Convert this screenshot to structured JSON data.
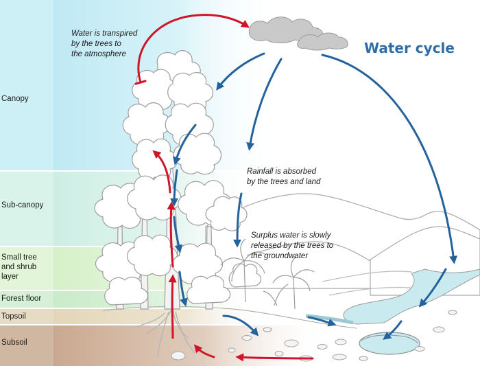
{
  "title": "Water cycle",
  "layers": [
    {
      "id": "canopy",
      "label": "Canopy"
    },
    {
      "id": "sub-canopy",
      "label": "Sub-canopy"
    },
    {
      "id": "small-tree-shrub",
      "label": "Small tree\nand shrub\nlayer"
    },
    {
      "id": "forest-floor",
      "label": "Forest floor"
    },
    {
      "id": "topsoil",
      "label": "Topsoil"
    },
    {
      "id": "subsoil",
      "label": "Subsoil"
    }
  ],
  "annotations": {
    "transpired": "Water is transpired\nby the trees to\nthe atmosphere",
    "rainfall": "Rainfall is absorbed\nby the trees and land",
    "surplus": "Surplus water is slowly\nreleased by the trees to\nthe groundwater"
  },
  "colors": {
    "canopy_band": "#cdeff6",
    "subcanopy_band": "#d9f2ea",
    "shrub_band": "#e2f5d9",
    "floor_band": "#d5f0d6",
    "topsoil_band": "#e6dcc6",
    "subsoil_band": "#cfb7a2",
    "transpiration_arrow": "#d0142a",
    "rain_arrow": "#24629e",
    "title": "#2c6ea8"
  },
  "icons": [
    "cloud-icon",
    "tree-icon",
    "mountain-icon",
    "river-icon",
    "rock-icon"
  ]
}
